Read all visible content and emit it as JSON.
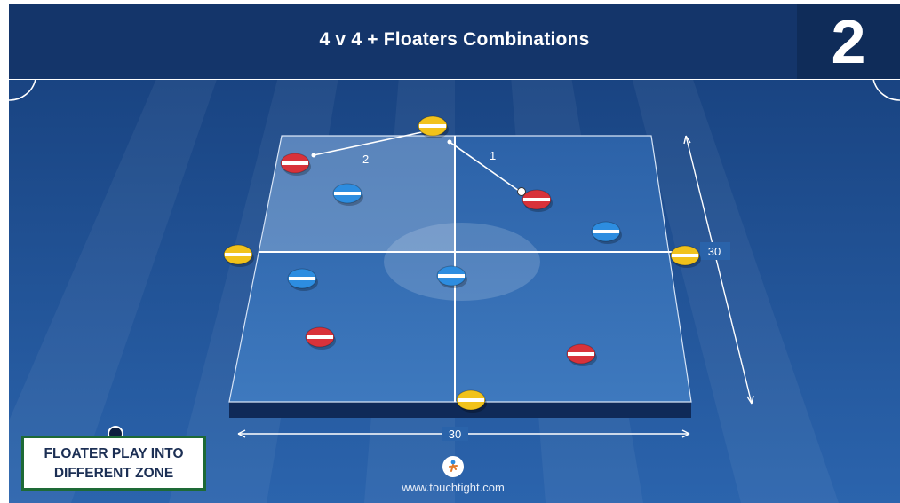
{
  "header": {
    "title": "4 v 4  + Floaters Combinations",
    "number": "2"
  },
  "diagram": {
    "pass_labels": [
      "2",
      "1"
    ],
    "dimension_labels": {
      "length": "30",
      "width": "30"
    },
    "colors": {
      "pitch": "#1d4a8c",
      "header": "#14356a",
      "red_team": "#d8323a",
      "blue_team": "#2d8de0",
      "floater": "#f1c21b",
      "lines": "#ffffff"
    },
    "players": [
      {
        "team": "floater",
        "role": "top"
      },
      {
        "team": "floater",
        "role": "left"
      },
      {
        "team": "floater",
        "role": "right"
      },
      {
        "team": "floater",
        "role": "bottom"
      },
      {
        "team": "red"
      },
      {
        "team": "red"
      },
      {
        "team": "red"
      },
      {
        "team": "red"
      },
      {
        "team": "blue"
      },
      {
        "team": "blue"
      },
      {
        "team": "blue"
      },
      {
        "team": "blue"
      }
    ]
  },
  "callout": {
    "text": "FLOATER PLAY INTO DIFFERENT ZONE"
  },
  "footer": {
    "url": "www.touchtight.com",
    "logo_icon": "touchtight-logo-icon"
  }
}
